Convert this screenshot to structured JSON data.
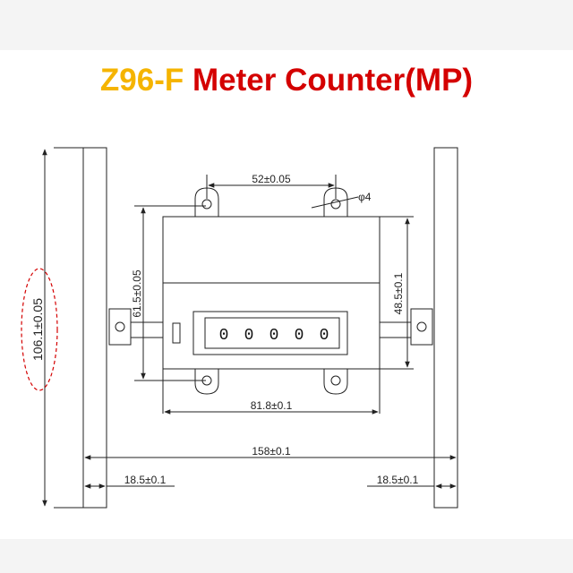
{
  "title": {
    "model": "Z96-F",
    "name": "Meter Counter(MP)"
  },
  "colors": {
    "model": "#f5b400",
    "name": "#d40000",
    "highlight": "#d40000"
  },
  "dimensions": {
    "hole_spacing": "52±0.05",
    "hole_diameter": "φ4",
    "body_height": "61.5±0.05",
    "window_height": "48.5±0.1",
    "body_width": "81.8±0.1",
    "overall_width": "158±0.1",
    "overall_height": "106.1±0.05",
    "left_margin": "18.5±0.1",
    "right_margin": "18.5±0.1"
  },
  "counter": {
    "digits": [
      "0",
      "0",
      "0",
      "0",
      "0"
    ]
  }
}
